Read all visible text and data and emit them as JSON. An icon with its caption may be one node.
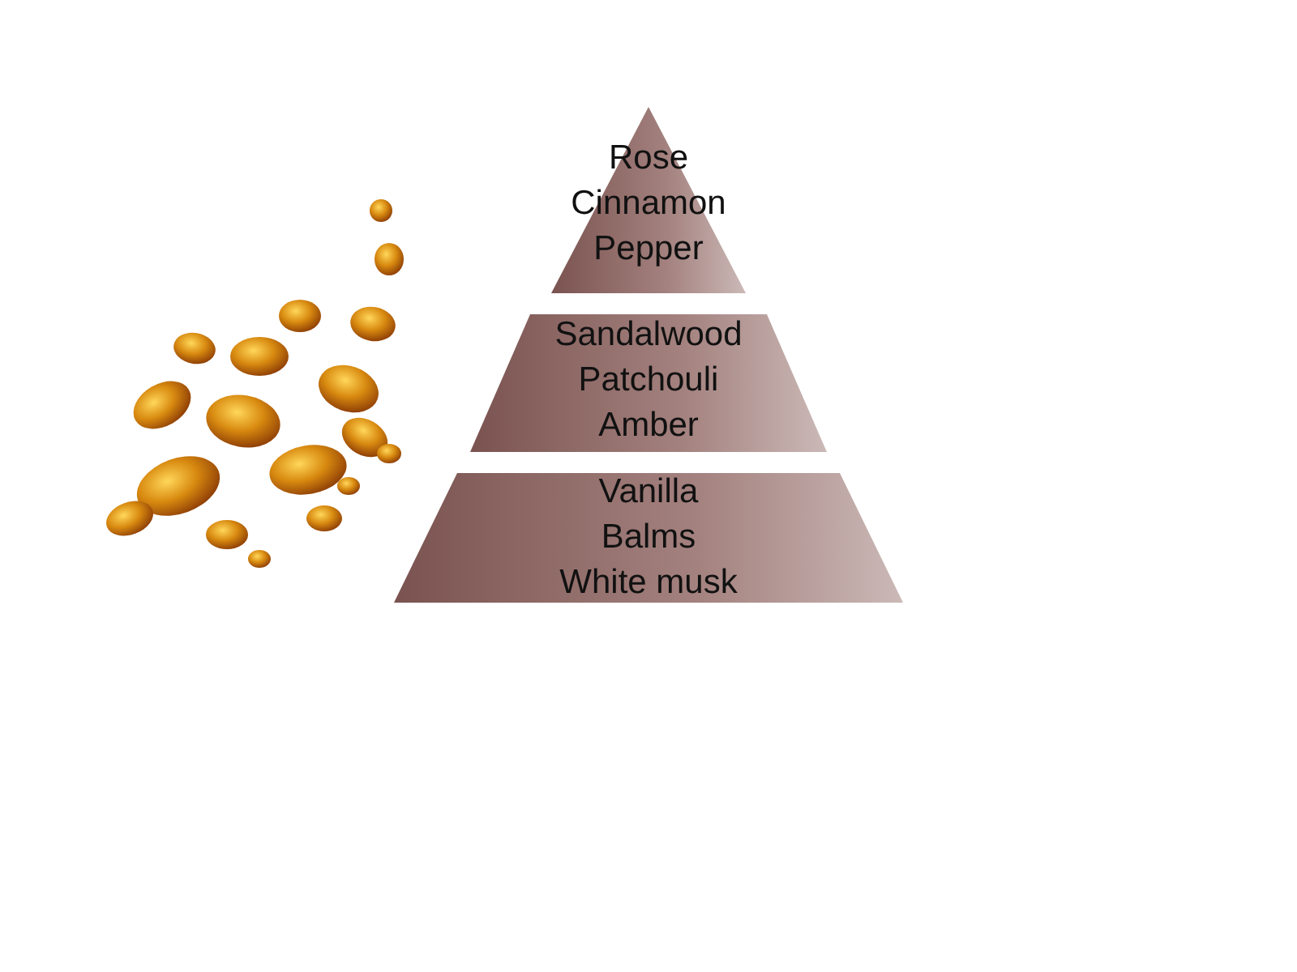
{
  "diagram": {
    "nodes": [
      {
        "text": [
          "Rose",
          "Cinnamon",
          "Pepper"
        ]
      },
      {
        "text": [
          "Sandalwood",
          "Patchouli",
          "Amber"
        ]
      },
      {
        "text": [
          "Vanilla",
          "Balms",
          "White musk"
        ]
      }
    ]
  }
}
